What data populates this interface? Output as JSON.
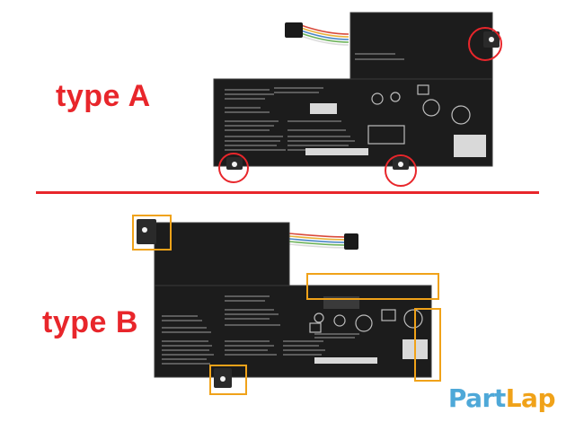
{
  "labels": {
    "type_a": "type A",
    "type_b": "type B"
  },
  "logo": {
    "part1": "Part",
    "part2": "Lap"
  },
  "colors": {
    "label_red": "#e8262b",
    "divider_red": "#e8262b",
    "circle_red": "#e8262b",
    "box_orange": "#f0a219",
    "battery_body": "#1c1c1c",
    "battery_edge": "#3a3a3a",
    "sticker": "#d9d9d9",
    "logo_part": "#4ea8d8",
    "logo_lap": "#f0a219"
  }
}
